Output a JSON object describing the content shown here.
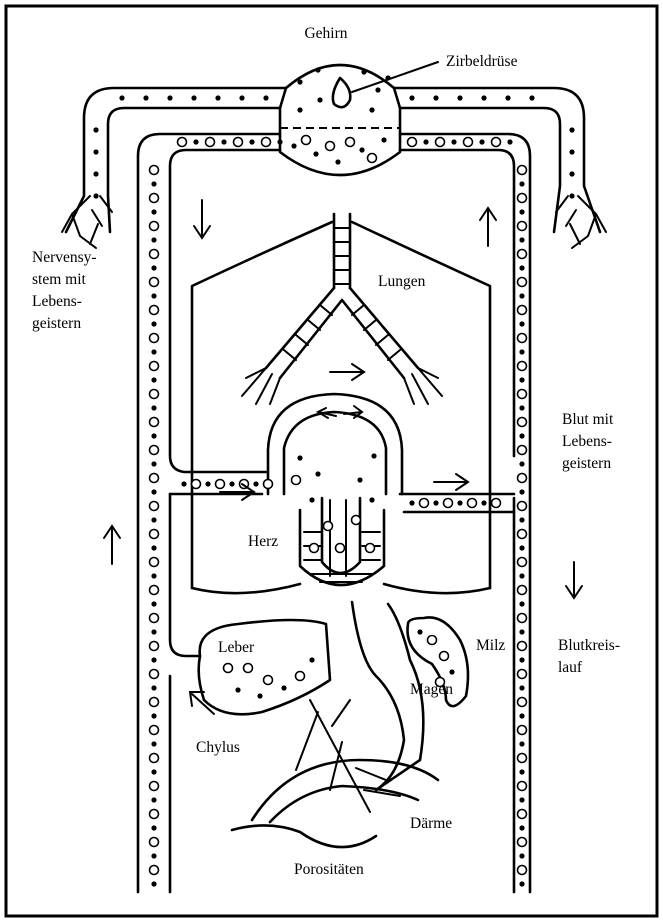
{
  "labels": {
    "gehirn": "Gehirn",
    "zirbeldruese": "Zirbeldrüse",
    "nerven_1": "Nervensy-",
    "nerven_2": "stem mit",
    "nerven_3": "Lebens-",
    "nerven_4": "geistern",
    "lungen": "Lungen",
    "blut_1": "Blut mit",
    "blut_2": "Lebens-",
    "blut_3": "geistern",
    "herz": "Herz",
    "leber": "Leber",
    "milz": "Milz",
    "kreis_1": "Blutkreis-",
    "kreis_2": "lauf",
    "magen": "Magen",
    "chylus": "Chylus",
    "daerme": "Därme",
    "porositaeten": "Porositäten"
  }
}
